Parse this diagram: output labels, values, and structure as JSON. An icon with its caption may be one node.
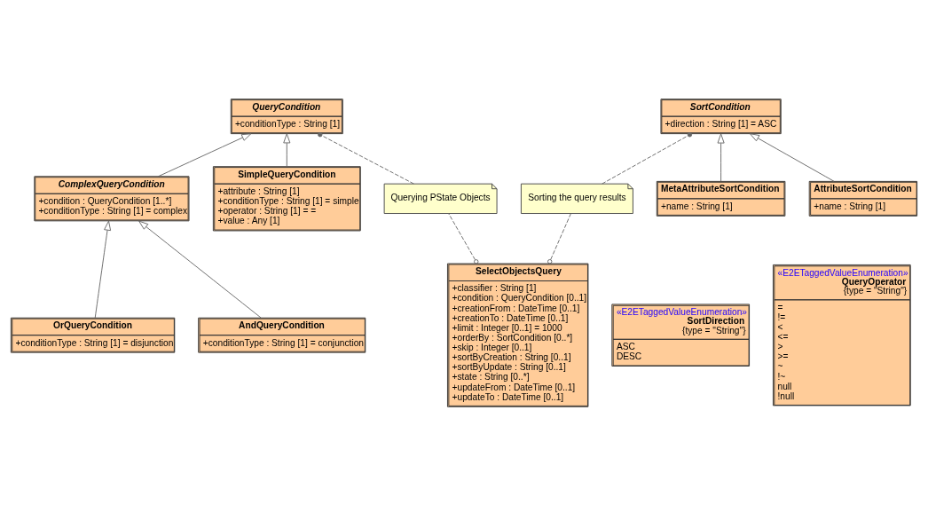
{
  "diagram": {
    "nodes": [
      {
        "text": [
          "SelectObjectsQuery",
          "+classifier : String [1]",
          "+condition : QueryCondition [0..1]",
          "+creationFrom : DateTime [0..1]",
          "+creationTo : DateTime [0..1]",
          "+limit : Integer [0..1] = 1000",
          "+orderBy : SortCondition [0..*]",
          "+skip : Integer [0..1]",
          "+sortByCreation : String [0..1]",
          "+sortByUpdate : String [0..1]",
          "+state : String [0..*]",
          "+updateFrom : DateTime [0..1]",
          "+updateTo : DateTime [0..1]"
        ]
      },
      {
        "text": [
          "Querying PState Objects"
        ]
      },
      {
        "text": [
          "QueryCondition",
          "+conditionType : String [1]"
        ]
      },
      {
        "text": [
          "SimpleQueryCondition",
          "+attribute : String [1]",
          "+conditionType : String [1] = simple",
          "+operator : String [1] = =",
          "+value : Any [1]"
        ]
      },
      {
        "text": [
          "ComplexQueryCondition",
          "+condition : QueryCondition [1..*]",
          "+conditionType : String [1] = complex"
        ]
      },
      {
        "text": [
          "Sorting the query results"
        ]
      },
      {
        "text": [
          "OrQueryCondition",
          "+conditionType : String [1] = disjunction"
        ]
      },
      {
        "text": [
          "AndQueryCondition",
          "+conditionType : String [1] = conjunction"
        ]
      },
      {
        "text": [
          "SortCondition",
          "+direction : String [1] = ASC"
        ]
      },
      {
        "text": [
          "«E2ETaggedValueEnumeration»",
          "SortDirection",
          "{type = \"String\"}",
          "ASC",
          "DESC"
        ]
      },
      {
        "text": [
          "«E2ETaggedValueEnumeration»",
          "QueryOperator",
          "{type = \"String\"}",
          "=",
          "!=",
          "<",
          "<=",
          ">",
          ">=",
          "~",
          "!~",
          "null",
          "!null"
        ]
      },
      {
        "text": [
          "MetaAttributeSortCondition",
          "+name : String [1]"
        ]
      },
      {
        "text": [
          "AttributeSortCondition",
          "+name : String [1]"
        ]
      }
    ],
    "edges": [
      {
        "from": 0,
        "to": 1,
        "arrow": "other",
        "style": "dashed"
      },
      {
        "from": 1,
        "to": 2,
        "arrow": "other",
        "style": "dashed"
      },
      {
        "from": 3,
        "to": 2,
        "arrow": "to"
      },
      {
        "from": 4,
        "to": 2,
        "arrow": "to"
      },
      {
        "from": 6,
        "to": 4,
        "arrow": "to"
      },
      {
        "from": 7,
        "to": 4,
        "arrow": "to"
      },
      {
        "from": 0,
        "to": 5,
        "arrow": "other",
        "style": "dashed"
      },
      {
        "from": 5,
        "to": 8,
        "arrow": "other",
        "style": "dashed"
      },
      {
        "from": 11,
        "to": 8,
        "arrow": "to"
      },
      {
        "from": 12,
        "to": 8,
        "arrow": "to"
      }
    ]
  }
}
